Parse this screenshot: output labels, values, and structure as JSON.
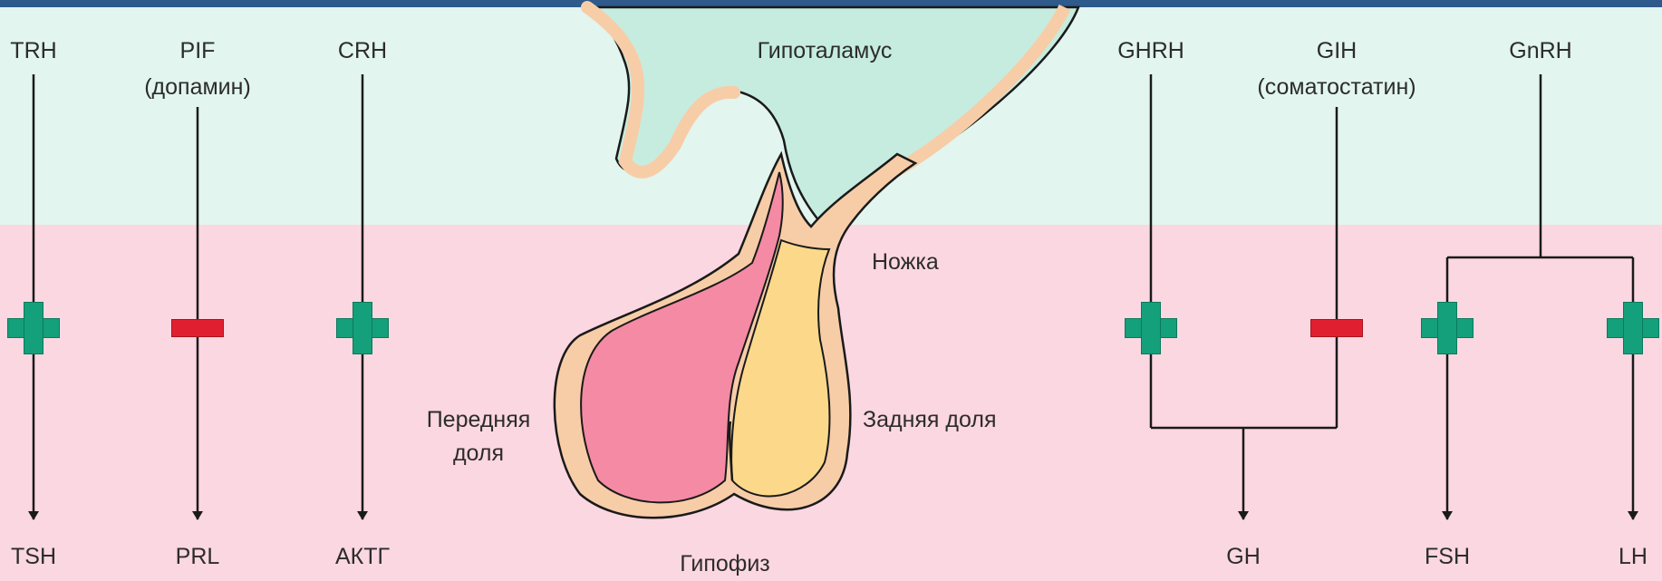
{
  "colors": {
    "top_bar": "#2e5a8c",
    "hypothalamus_zone": "#e2f5ef",
    "pituitary_zone": "#fbd7e2",
    "stimulation": "#14a07a",
    "inhibition": "#e02030",
    "anterior_lobe": "#f48aa3",
    "posterior_lobe": "#fcd98a",
    "tissue_wall": "#f7cda8",
    "hypothalamus_fill": "#c6ece0"
  },
  "labels": {
    "hypothalamus": "Гипоталамус",
    "stalk": "Ножка",
    "anterior_lobe_line1": "Передняя",
    "anterior_lobe_line2": "доля",
    "posterior_lobe": "Задняя доля",
    "pituitary": "Гипофиз"
  },
  "pathways": [
    {
      "id": "trh",
      "releasing": "TRH",
      "releasing_note": "",
      "effect": "+",
      "target": "TSH"
    },
    {
      "id": "pif",
      "releasing": "PIF",
      "releasing_note": "(допамин)",
      "effect": "-",
      "target": "PRL"
    },
    {
      "id": "crh",
      "releasing": "CRH",
      "releasing_note": "",
      "effect": "+",
      "target": "АКТГ"
    },
    {
      "id": "ghrh",
      "releasing": "GHRH",
      "releasing_note": "",
      "effect": "+",
      "target": "GH"
    },
    {
      "id": "gih",
      "releasing": "GIH",
      "releasing_note": "(соматостатин)",
      "effect": "-",
      "target": "GH"
    },
    {
      "id": "gnrh",
      "releasing": "GnRH",
      "releasing_note": "",
      "effect": "+",
      "target": "FSH"
    },
    {
      "id": "gnrh-lh",
      "releasing": "GnRH",
      "releasing_note": "",
      "effect": "+",
      "target": "LH"
    }
  ]
}
